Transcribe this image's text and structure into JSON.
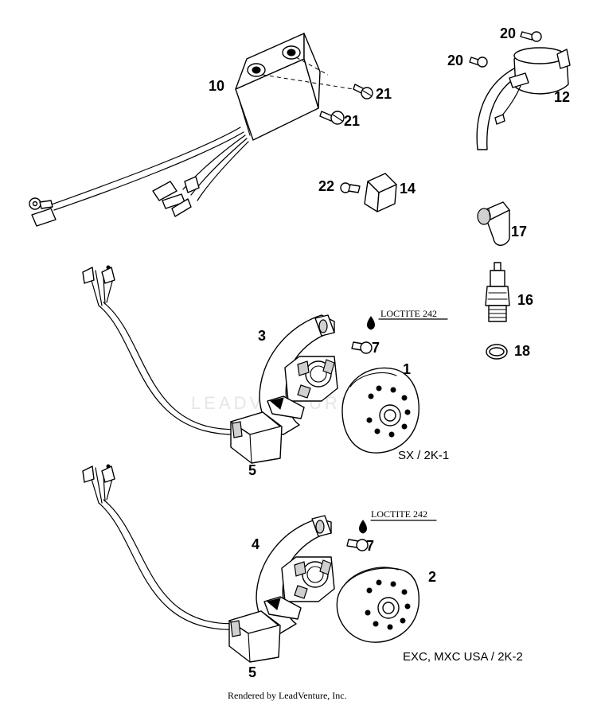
{
  "callouts": {
    "c1": "1",
    "c2": "2",
    "c3": "3",
    "c4": "4",
    "c5a": "5",
    "c5b": "5",
    "c7a": "7",
    "c7b": "7",
    "c10": "10",
    "c12": "12",
    "c14": "14",
    "c16": "16",
    "c17": "17",
    "c18": "18",
    "c20a": "20",
    "c20b": "20",
    "c21a": "21",
    "c21b": "21",
    "c22": "22"
  },
  "notes": {
    "loctite_top": "LOCTITE 242",
    "loctite_bottom": "LOCTITE 242",
    "variant_top": "SX / 2K-1",
    "variant_bottom": "EXC, MXC USA / 2K-2"
  },
  "watermark": "LEADVENTURE",
  "footer": "Rendered by LeadVenture, Inc."
}
